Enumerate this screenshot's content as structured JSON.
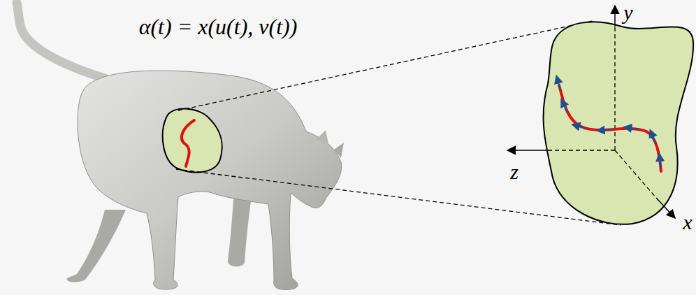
{
  "diagram": {
    "labels": [
      "α(t) = x(u(t), v(t))",
      "y",
      "z",
      "x"
    ]
  }
}
